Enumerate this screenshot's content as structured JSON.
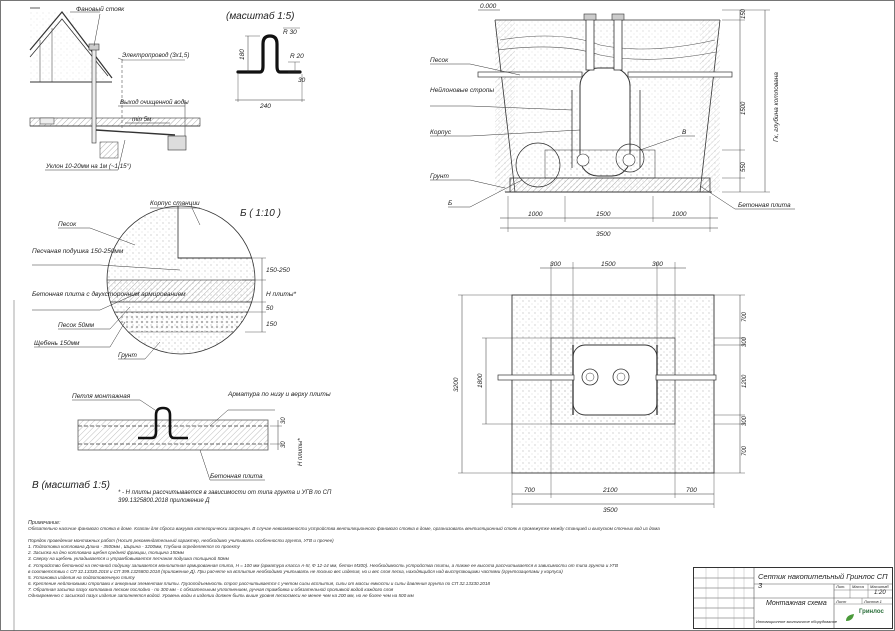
{
  "top_left": {
    "label_fan_riser": "Фановый стояк",
    "label_electric": "Электропровод (3x1,5)",
    "label_outlet": "Выход очищенной воды",
    "label_min": "min 5м",
    "label_slope": "Уклон 10-20мм на 1м (~1,15°)"
  },
  "loop_scale": {
    "title": "(масштаб 1:5)",
    "dim_r30": "R 30",
    "dim_r20": "R 20",
    "dim_30": "30",
    "dim_180": "180",
    "dim_240": "240"
  },
  "detail_b": {
    "title": "Б ( 1:10 )",
    "label_body": "Корпус станции",
    "label_sand": "Песок",
    "label_cushion": "Песчаная подушка 150-250мм",
    "label_slab": "Бетонная плита с двухсторонним армированием",
    "label_sand50": "Песок 50мм",
    "label_gravel": "Щебень 150мм",
    "label_soil": "Грунт",
    "dim_range": "150-250",
    "dim_h": "H плиты*",
    "dim_50": "50",
    "dim_150": "150"
  },
  "detail_v": {
    "title": "В (масштаб 1:5)",
    "label_loop": "Петля монтажная",
    "label_rebar": "Арматура по низу и верху плиты",
    "label_slab": "Бетонная плита",
    "footnote": "* - Н плиты рассчитывается в зависимости от типа грунта и УГВ по СП 399.1325800.2018 приложение Д",
    "dim_30a": "30",
    "dim_30b": "30",
    "dim_h": "H плиты*"
  },
  "section": {
    "label_zero": "0.000",
    "label_sand": "Песок",
    "label_straps": "Нейлоновые стропы",
    "label_body": "Корпус",
    "label_soil": "Грунт",
    "label_b": "Б",
    "label_v": "В",
    "label_slab": "Бетонная плита",
    "label_depth": "Гк, глубина котлована",
    "dim_150": "150",
    "dim_1500v": "1500",
    "dim_550": "550",
    "dim_1000a": "1000",
    "dim_1500": "1500",
    "dim_1000b": "1000",
    "dim_3500": "3500"
  },
  "plan": {
    "dim_300a": "300",
    "dim_1500": "1500",
    "dim_300b": "300",
    "dim_3200": "3200",
    "dim_1800": "1800",
    "dim_700a": "700",
    "dim_300c": "300",
    "dim_1200": "1200",
    "dim_300d": "300",
    "dim_700b": "700",
    "dim_700c": "700",
    "dim_2100": "2100",
    "dim_700d": "700",
    "dim_3500": "3500"
  },
  "notes": {
    "heading": "Примечание:",
    "line1": "Обязательно наличие фанового стояка в доме. Клапан для сброса вакуума категорически запрещен. В случае невозможности устройства вентиляционного фанового стояка в доме, организовать вентиляционный стояк в промежутке между станцией и выпуском сточных вод из дома",
    "line2": "Порядок проведения монтажных работ (Носит рекомендательный характер, необходимо учитывать особенности грунта, УГВ и прочее)",
    "line3": "1. Подготовка котлована Длина - 3500мм , Ширина - 3200мм, Глубина определяется по проекту",
    "line4": "2. Засыпка на дно котлована щебня средней фракции, толщина 150мм",
    "line5": "3. Сверху на щебень укладывается и утрамбовывается песчаная подушка толщиной 50мм",
    "line6": "4. Устройство бетонной на песчаной подушку заливается монолитная армированная плита, Н = 100 мм (арматура класса А-III, Ф 12-14 мм, бетон М300). Необходимость устройства плиты, а также ее высота рассчитывается в зависимости от типа грунта и УГВ",
    "line7": "в соответствии с СП 32.13330.2018 и СП 399.1325800.2018 (приложение Д). При расчете на всплытие необходимо учитывать не только вес изделия, но и вес слоя песка, находящийся над выступающими частями (грунтозацепами у корпуса)",
    "line8": "5. Установка изделия на подготовленную плиту",
    "line9": "6. Крепление нейлоновыми стропами к анкерным элементам плиты. Грузоподъемность строп рассчитывается с учетом силы всплытия, силы от массы емкости и силы давления грунта по СП 32.13330.2018",
    "line10": "7. Обратная засыпка пазух котлована песком послойно - по 300 мм - с обязательным уплотнением, ручная трамбовка и обязательной проливкой водой каждого слоя",
    "line11": "Одновременно с засыпкой пазух изделие заполняется водой. Уровень воды в изделии должен быть выше уровня пескосмеси не менее чем на 200 мм, но не более чем на 500 мм"
  },
  "title_block": {
    "product": "Септик накопительный Гринлос СП 3",
    "drawing": "Монтажная схема",
    "scale": "1:20",
    "company": "Гринлос",
    "tagline": "Инновационное экологичное оборудование",
    "col_lit": "Лит.",
    "col_mass": "Масса",
    "col_scale": "Масштаб",
    "row_sheet": "Лист",
    "row_sheets": "Листов 1"
  }
}
